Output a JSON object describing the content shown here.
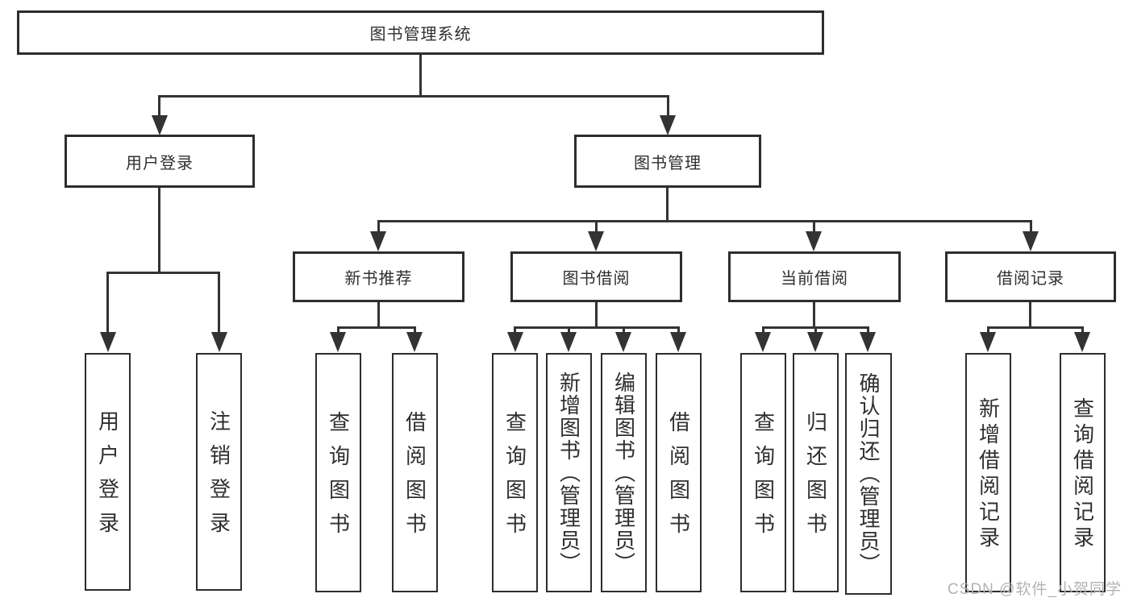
{
  "diagram": {
    "root": {
      "label": "图书管理系统",
      "children": [
        {
          "label": "用户登录",
          "children": [
            {
              "label": "用户登录"
            },
            {
              "label": "注销登录"
            }
          ]
        },
        {
          "label": "图书管理",
          "children": [
            {
              "label": "新书推荐",
              "children": [
                {
                  "label": "查询图书"
                },
                {
                  "label": "借阅图书"
                }
              ]
            },
            {
              "label": "图书借阅",
              "children": [
                {
                  "label": "查询图书"
                },
                {
                  "label": "新增图书（管理员）"
                },
                {
                  "label": "编辑图书（管理员）"
                },
                {
                  "label": "借阅图书"
                }
              ]
            },
            {
              "label": "当前借阅",
              "children": [
                {
                  "label": "查询图书"
                },
                {
                  "label": "归还图书"
                },
                {
                  "label": "确认归还（管理员）"
                }
              ]
            },
            {
              "label": "借阅记录",
              "children": [
                {
                  "label": "新增借阅记录"
                },
                {
                  "label": "查询借阅记录"
                }
              ]
            }
          ]
        }
      ]
    }
  },
  "watermark": {
    "text": "CSDN @软件_小贺同学"
  },
  "colors": {
    "line": "#333333",
    "border": "#2d2d2d",
    "text": "#2f2f2f",
    "watermark": "#b3b3b3",
    "bg": "#ffffff"
  }
}
